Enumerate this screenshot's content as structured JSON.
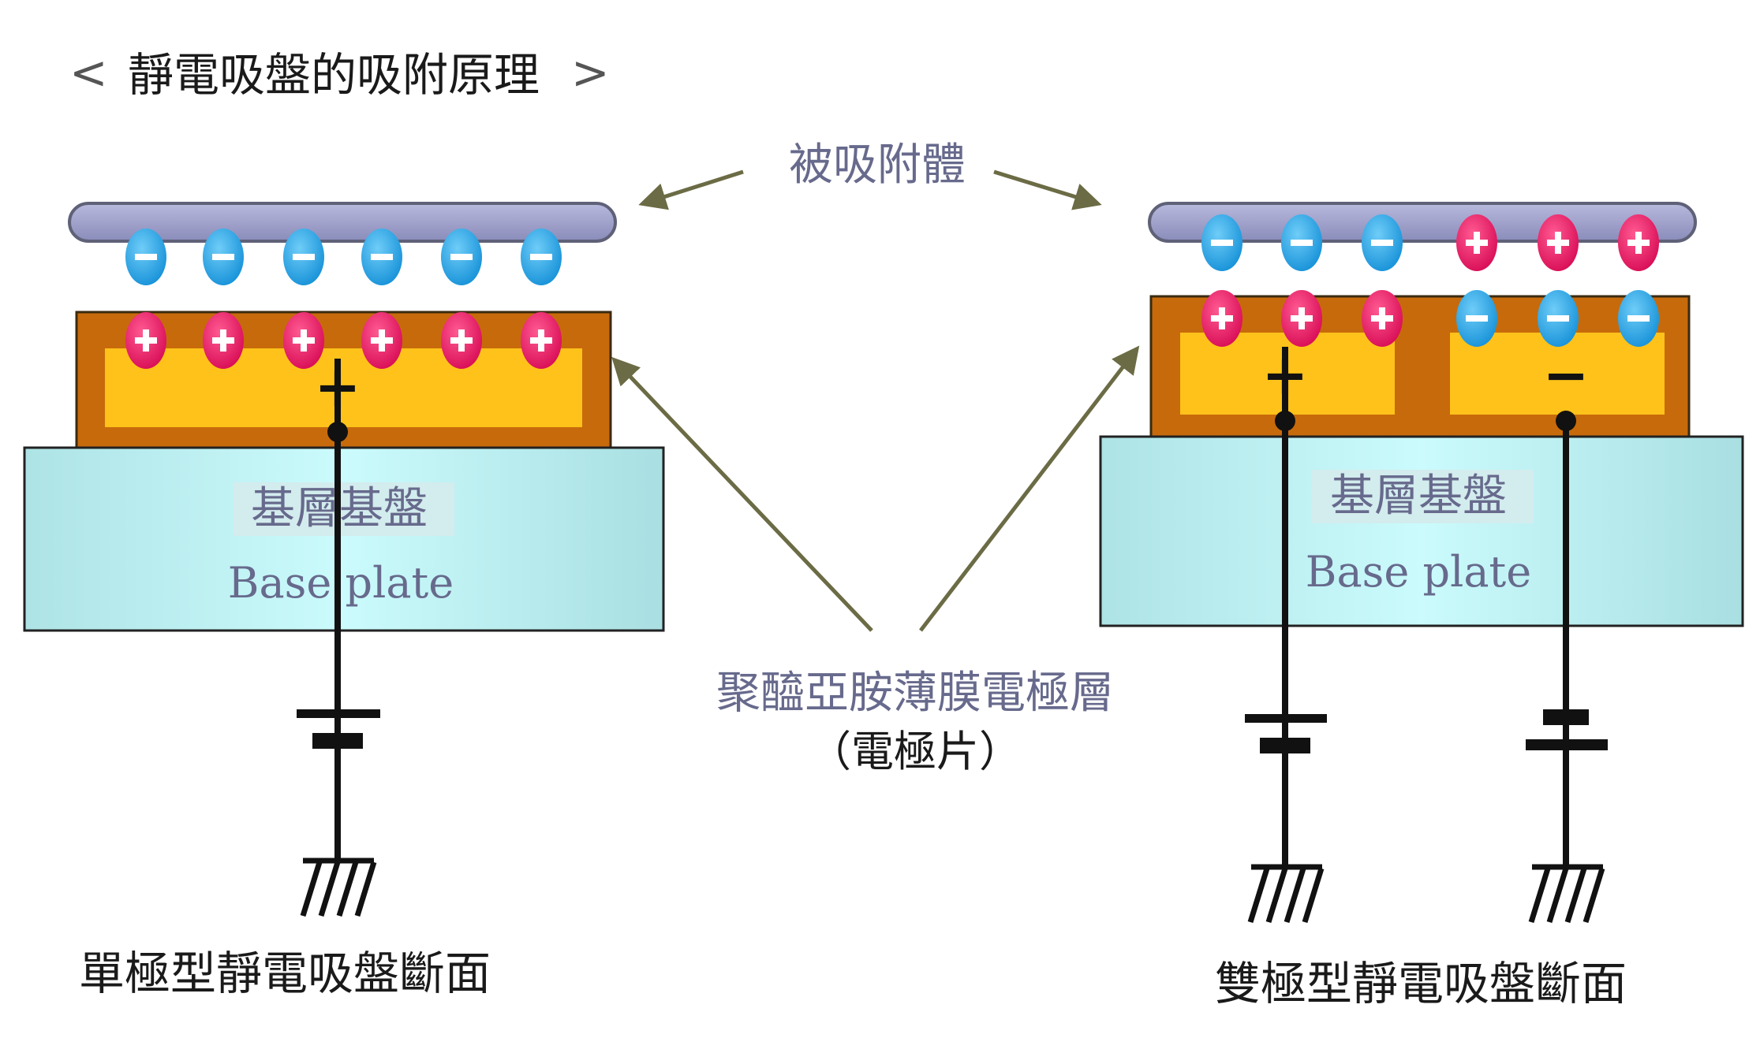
{
  "title": {
    "left_bracket": "<",
    "text": "靜電吸盤的吸附原理",
    "right_bracket": ">"
  },
  "labels": {
    "adsorbed_object": "被吸附體",
    "electrode_layer_line1": "聚醯亞胺薄膜電極層",
    "electrode_layer_line2": "（電極片）",
    "base_plate_cn": "基層基盤",
    "base_plate_en": "Base plate",
    "plus_sign": "+",
    "minus_sign": "−"
  },
  "captions": {
    "monopolar": "單極型靜電吸盤斷面",
    "bipolar": "雙極型靜電吸盤斷面"
  },
  "colors": {
    "wafer_fill": "#9a9cc8",
    "wafer_stroke": "#5f6178",
    "electrode_outer": "#c76a0b",
    "electrode_inner": "#ffc21a",
    "base_plate": "#c8f7f8",
    "negative_charge": "#1c9fe2",
    "positive_charge": "#e3135f",
    "arrow": "#6b6b45",
    "label_text": "#676a8c",
    "wire": "#111111"
  },
  "charges": {
    "left_wafer": [
      "-",
      "-",
      "-",
      "-",
      "-",
      "-"
    ],
    "left_electrode": [
      "+",
      "+",
      "+",
      "+",
      "+",
      "+"
    ],
    "right_wafer": [
      "-",
      "-",
      "-",
      "+",
      "+",
      "+"
    ],
    "right_electrode": [
      "+",
      "+",
      "+",
      "-",
      "-",
      "-"
    ]
  }
}
